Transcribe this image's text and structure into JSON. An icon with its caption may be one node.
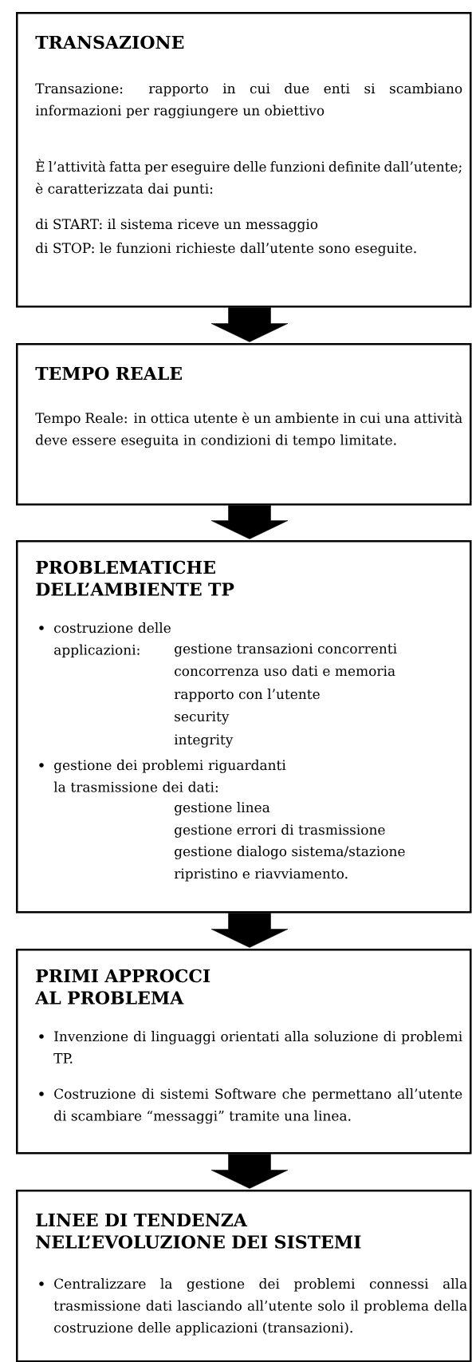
{
  "diagram": {
    "nodes": [
      {
        "text": [
          "TRANSAZIONE",
          "Transazione: rapporto in cui due enti si scambiano informazioni per raggiungere un obiettivo",
          "È l’attività fatta per eseguire delle funzioni definite dall’utente; è caratterizzata dai punti:",
          "di START: il sistema riceve un messaggio",
          "di STOP: le funzioni richieste dall’utente sono eseguite."
        ]
      },
      {
        "text": [
          "TEMPO REALE",
          "Tempo Reale: in ottica utente è un ambiente in cui una attività deve essere eseguita in condizioni di tempo limitate."
        ]
      },
      {
        "text": [
          "PROBLEMATICHE DELL’AMBIENTE TP",
          "costruzione delle applicazioni:",
          "gestione transazioni concorrenti",
          "concorrenza uso dati e memoria",
          "rapporto con l’utente",
          "security",
          "integrity",
          "gestione dei problemi riguardanti la trasmissione dei dati:",
          "gestione linea",
          "gestione errori di trasmissione",
          "gestione dialogo sistema/stazione",
          "ripristino e riavviamento."
        ]
      },
      {
        "text": [
          "PRIMI APPROCCI AL PROBLEMA",
          "Invenzione di linguaggi orientati alla soluzione di problemi TP.",
          "Costruzione di sistemi Software che permettano all’utente di scambiare “messaggi” tramite una linea."
        ]
      },
      {
        "text": [
          "LINEE DI TENDENZA NELL’EVOLUZIONE DEI SISTEMI",
          "Centralizzare la gestione dei problemi connessi alla trasmissione dati lasciando all’utente solo il problema della costruzione delle applicazioni (transazioni)."
        ]
      }
    ],
    "edges": [
      {
        "from": 0,
        "to": 1,
        "arrow": "to"
      },
      {
        "from": 1,
        "to": 2,
        "arrow": "to"
      },
      {
        "from": 2,
        "to": 3,
        "arrow": "to"
      },
      {
        "from": 3,
        "to": 4,
        "arrow": "to"
      }
    ]
  }
}
